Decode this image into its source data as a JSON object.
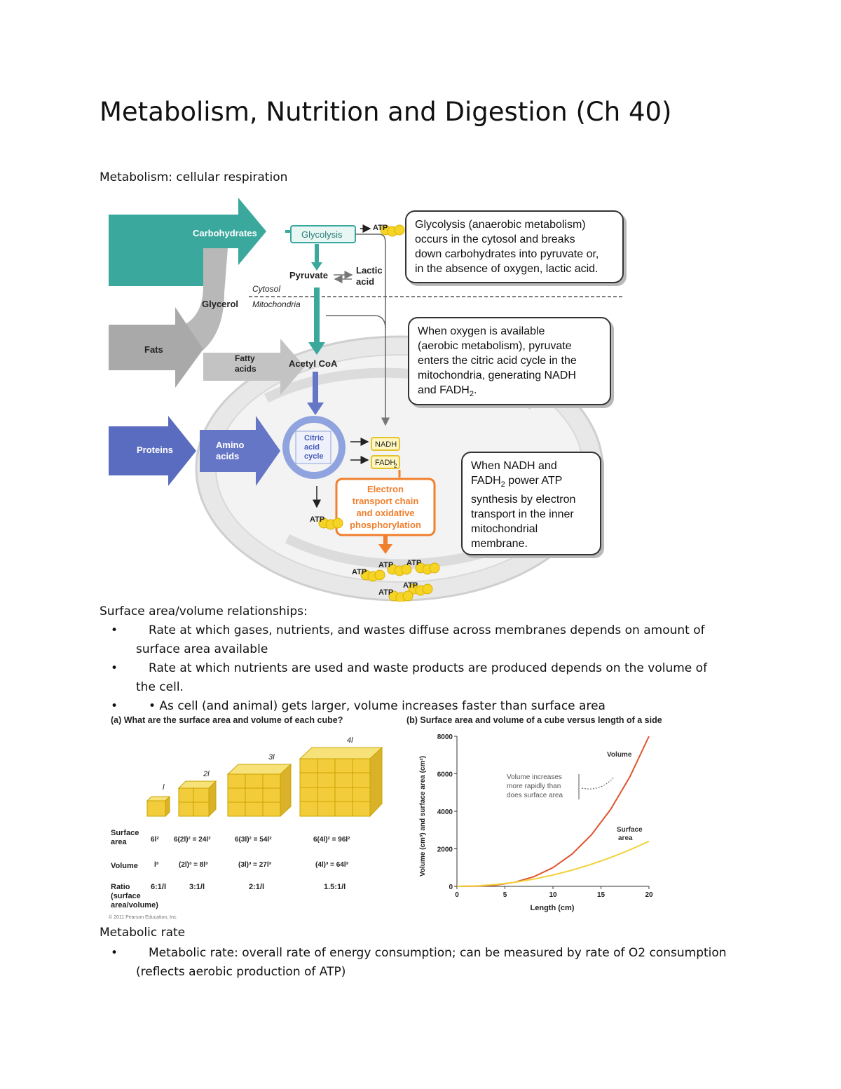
{
  "title": "Metabolism, Nutrition and Digestion (Ch 40)",
  "section1": {
    "heading": "Metabolism: cellular respiration",
    "figure": {
      "nutrients": {
        "carbohydrates": "Carbohydrates",
        "fats": "Fats",
        "proteins": "Proteins"
      },
      "products": {
        "glycerol": "Glycerol",
        "fatty_acids_1": "Fatty",
        "fatty_acids_2": "acids",
        "amino_acids_1": "Amino",
        "amino_acids_2": "acids"
      },
      "glycolysis": "Glycolysis",
      "pyruvate": "Pyruvate",
      "lactic_acid_1": "Lactic",
      "lactic_acid_2": "acid",
      "cytosol": "Cytosol",
      "mitochondria": "Mitochondria",
      "acetyl_coa": "Acetyl CoA",
      "citric_1": "Citric",
      "citric_2": "acid",
      "citric_3": "cycle",
      "nadh": "NADH",
      "fadh2": "FADH",
      "fadh2_sub": "2",
      "etc_1": "Electron",
      "etc_2": "transport chain",
      "etc_3": "and oxidative",
      "etc_4": "phosphorylation",
      "atp": "ATP",
      "callout_glycolysis": [
        "Glycolysis (anaerobic metabolism)",
        "occurs in the cytosol and breaks",
        "down carbohydrates into pyruvate or,",
        "in the absence of oxygen, lactic acid."
      ],
      "callout_oxygen": [
        "When oxygen is available",
        "(aerobic metabolism), pyruvate",
        "enters the citric acid cycle in the",
        "mitochondria, generating NADH",
        "and FADH"
      ],
      "callout_oxygen_sub": "2",
      "callout_oxygen_end": ".",
      "callout_nadh": [
        "When NADH and",
        "FADH",
        " power ATP",
        "synthesis by electron",
        "transport in the inner",
        "mitochondrial",
        "membrane."
      ],
      "callout_nadh_sub": "2"
    }
  },
  "section2": {
    "heading": "Surface area/volume relationships:",
    "bullets": [
      {
        "line1": "Rate at which gases, nutrients, and wastes diffuse across membranes depends on amount of",
        "line2": "surface area available"
      },
      {
        "line1": "Rate at which nutrients are used and waste products are produced depends on the volume of",
        "line2": "the cell."
      },
      {
        "line1": "• As cell (and animal) gets larger, volume increases faster than surface area",
        "line2": ""
      }
    ],
    "bullet_symbol": "•",
    "figure_a": {
      "title": "(a) What are the surface area and volume of each cube?",
      "side_labels": [
        "l",
        "2l",
        "3l",
        "4l"
      ],
      "row_labels": {
        "sa_1": "Surface",
        "sa_2": "area",
        "vol": "Volume",
        "ratio_1": "Ratio",
        "ratio_2": "(surface",
        "ratio_3": "area/volume)"
      },
      "surface_area": [
        "6l²",
        "6(2l)² = 24l²",
        "6(3l)² = 54l²",
        "6(4l)² = 96l²"
      ],
      "volume": [
        "l³",
        "(2l)³ = 8l³",
        "(3l)³ = 27l³",
        "(4l)³ = 64l³"
      ],
      "ratio": [
        "6:1/l",
        "3:1/l",
        "2:1/l",
        "1.5:1/l"
      ],
      "copyright": "© 2011 Pearson Education, Inc."
    },
    "figure_b": {
      "title": "(b) Surface area and volume of a cube versus length of a side",
      "annotation": [
        "Volume increases",
        "more rapidly than",
        "does surface area"
      ],
      "series_label_volume": "Volume",
      "series_label_surface_1": "Surface",
      "series_label_surface_2": "area"
    }
  },
  "section3": {
    "heading": "Metabolic rate",
    "bullet_line1": "Metabolic rate: overall rate of energy consumption; can be measured by rate of O2 consumption",
    "bullet_line2": "(reflects aerobic production of ATP)"
  },
  "chart_data": {
    "type": "line",
    "title": "(b) Surface area and volume of a cube versus length of a side",
    "xlabel": "Length (cm)",
    "ylabel": "Volume (cm³) and surface area (cm²)",
    "xlim": [
      0,
      20
    ],
    "ylim": [
      0,
      8000
    ],
    "xticks": [
      0,
      5,
      10,
      15,
      20
    ],
    "yticks": [
      0,
      2000,
      4000,
      6000,
      8000
    ],
    "series": [
      {
        "name": "Volume",
        "color": "#e0532f",
        "x": [
          0,
          2,
          4,
          6,
          8,
          10,
          12,
          14,
          16,
          18,
          20
        ],
        "y": [
          0,
          8,
          64,
          216,
          512,
          1000,
          1728,
          2744,
          4096,
          5832,
          8000
        ]
      },
      {
        "name": "Surface area",
        "color": "#f2d23a",
        "x": [
          0,
          2,
          4,
          6,
          8,
          10,
          12,
          14,
          16,
          18,
          20
        ],
        "y": [
          0,
          24,
          96,
          216,
          384,
          600,
          864,
          1176,
          1536,
          1944,
          2400
        ]
      }
    ],
    "grid": false
  }
}
